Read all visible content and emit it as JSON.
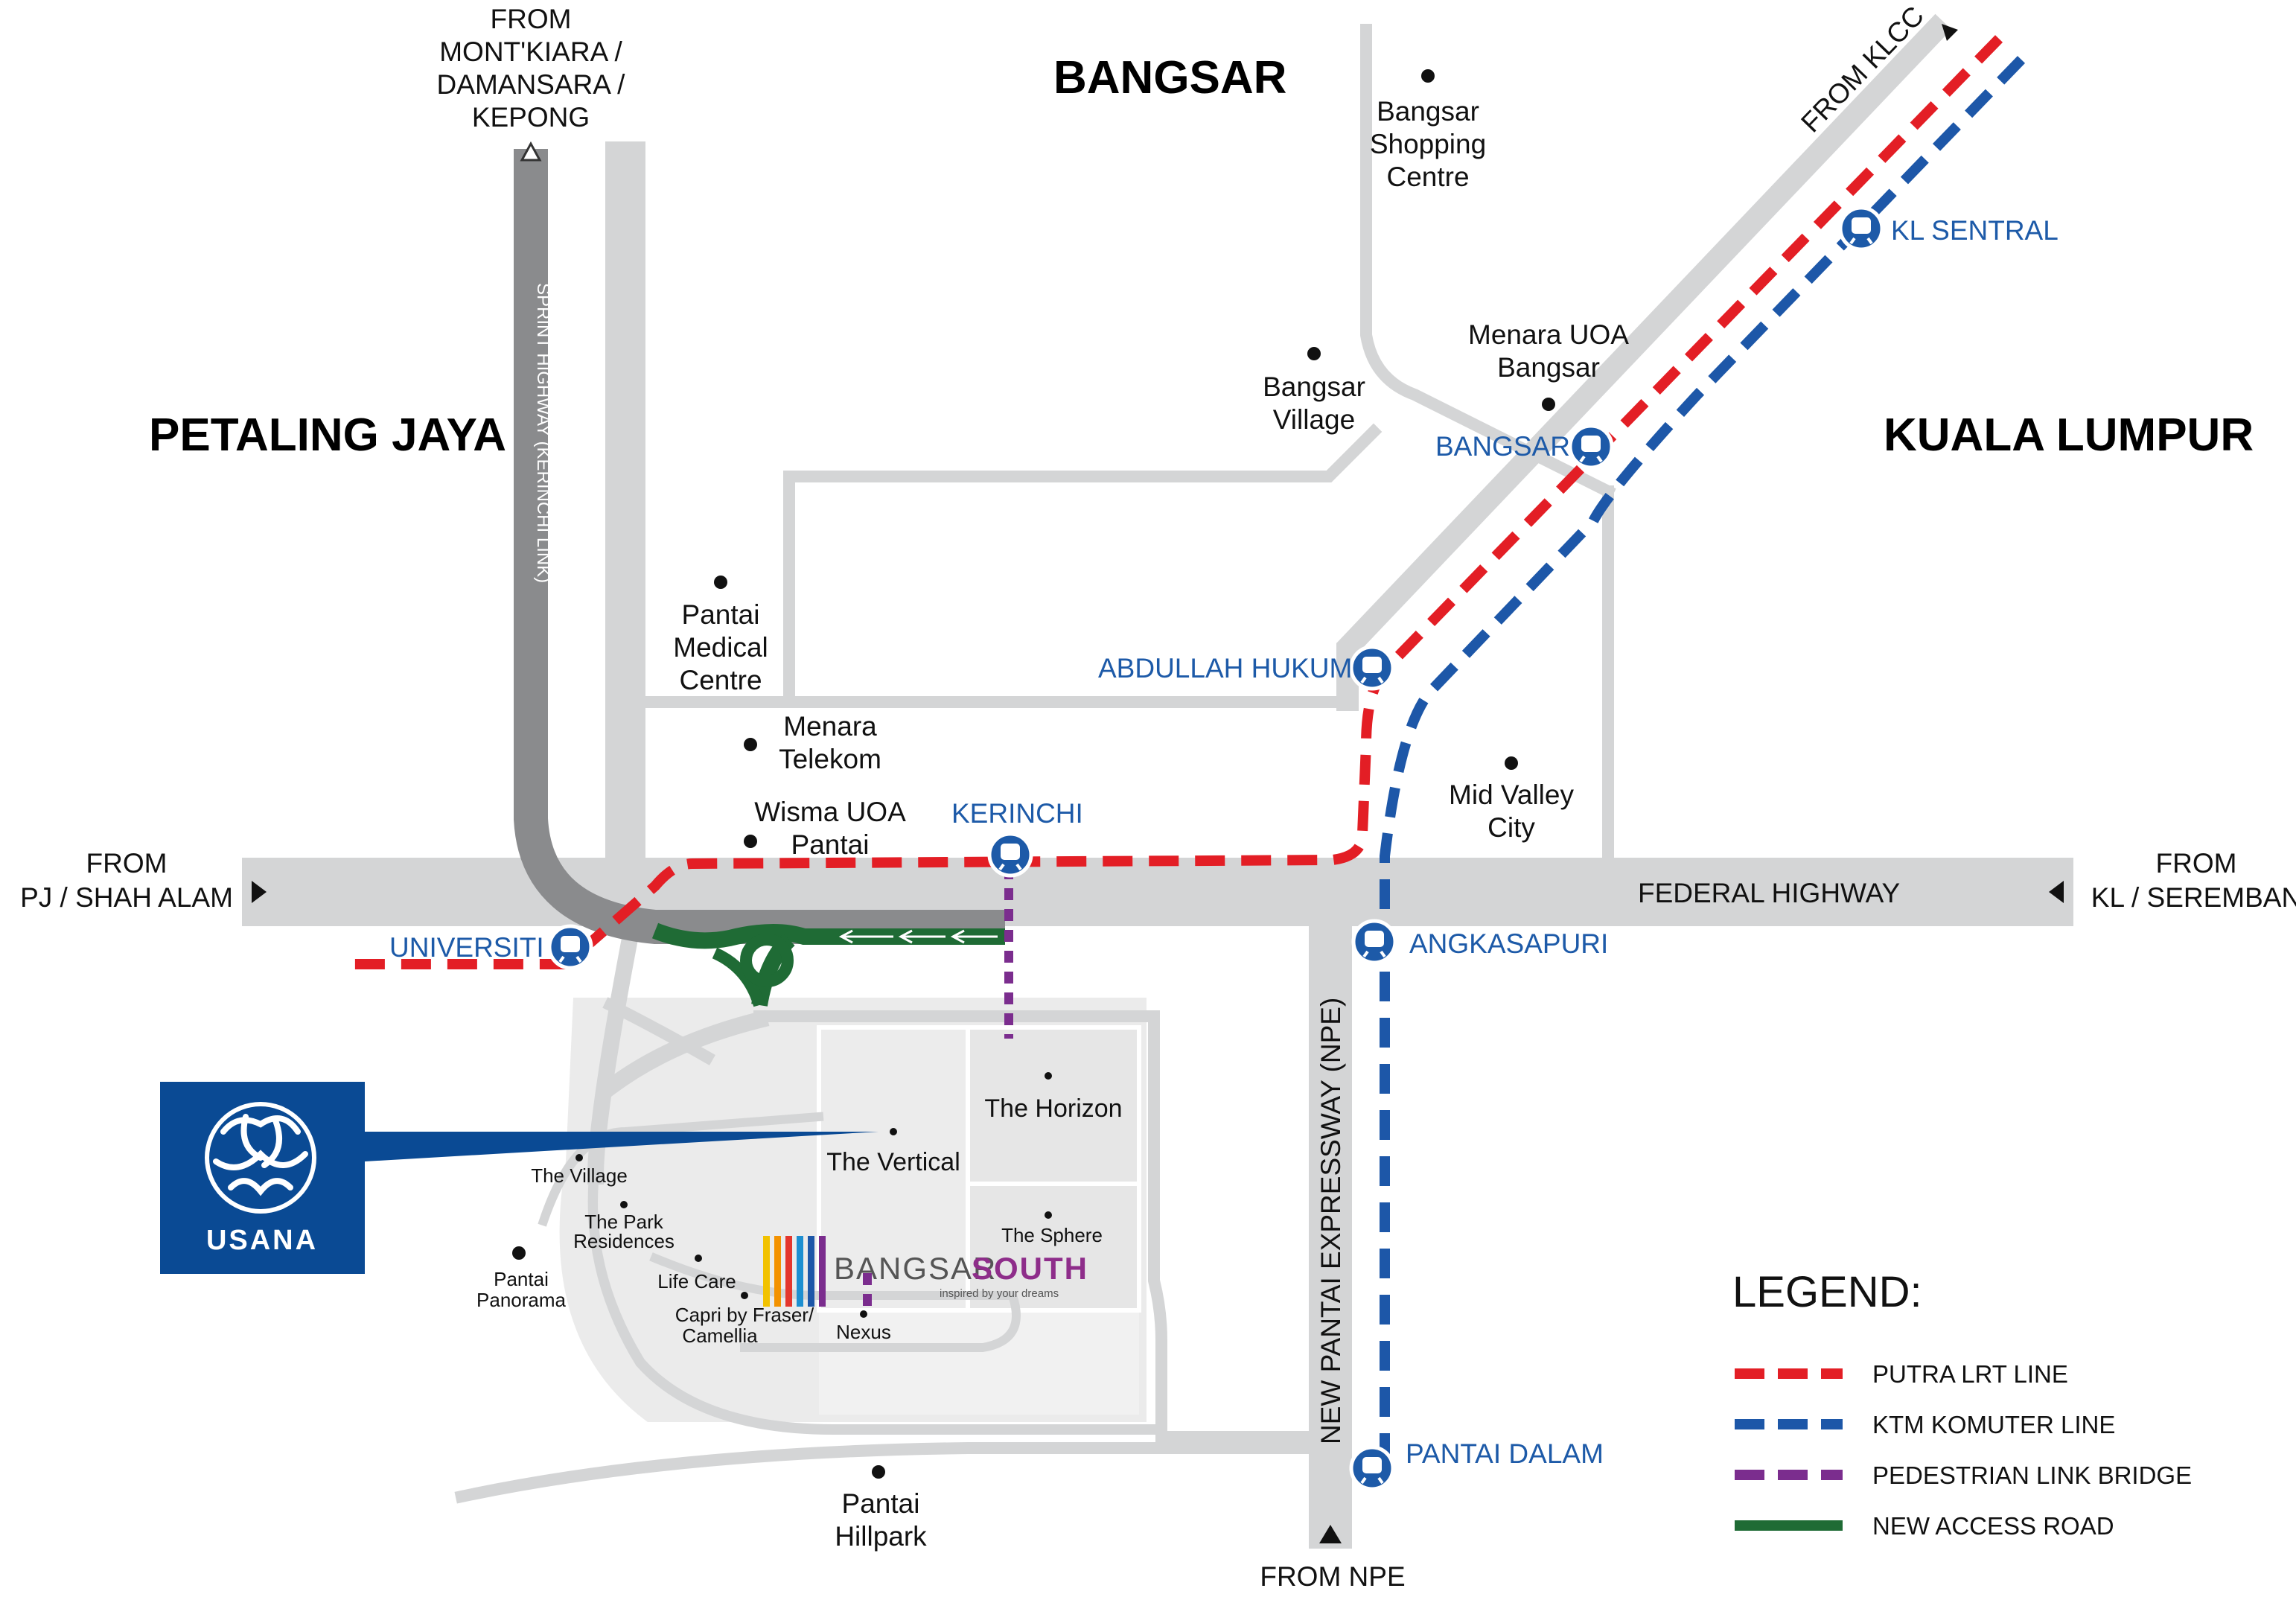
{
  "map": {
    "areas": {
      "bangsar": "BANGSAR",
      "petaling_jaya": "PETALING JAYA",
      "kuala_lumpur": "KUALA LUMPUR"
    },
    "directions": {
      "from_north": [
        "FROM",
        "MONT'KIARA /",
        "DAMANSARA /",
        "KEPONG"
      ],
      "from_west": [
        "FROM",
        "PJ / SHAH ALAM"
      ],
      "from_east": [
        "FROM",
        "KL / SEREMBAN"
      ],
      "from_south": "FROM NPE",
      "from_klcc": "FROM KLCC"
    },
    "roads": {
      "sprint": "SPRINT HIGHWAY (KERINCHI LINK)",
      "federal": "FEDERAL HIGHWAY",
      "npe": "NEW PANTAI EXPRESSWAY (NPE)"
    },
    "stations": {
      "kl_sentral": "KL SENTRAL",
      "bangsar": "BANGSAR",
      "abdullah_hukum": "ABDULLAH HUKUM",
      "kerinchi": "KERINCHI",
      "universiti": "UNIVERSITI",
      "angkasapuri": "ANGKASAPURI",
      "pantai_dalam": "PANTAI DALAM"
    },
    "landmarks": {
      "bangsar_shopping_centre": [
        "Bangsar",
        "Shopping",
        "Centre"
      ],
      "menara_uoa_bangsar": [
        "Menara UOA",
        "Bangsar"
      ],
      "bangsar_village": [
        "Bangsar",
        "Village"
      ],
      "pantai_medical_centre": [
        "Pantai",
        "Medical",
        "Centre"
      ],
      "menara_telekom": [
        "Menara",
        "Telekom"
      ],
      "wisma_uoa_pantai": [
        "Wisma UOA",
        "Pantai"
      ],
      "mid_valley_city": [
        "Mid Valley",
        "City"
      ],
      "the_horizon": "The Horizon",
      "the_vertical": "The Vertical",
      "the_sphere": "The Sphere",
      "the_village": "The Village",
      "the_park_residences": [
        "The Park",
        "Residences"
      ],
      "life_care": "Life Care",
      "capri": [
        "Capri by Fraser/",
        "Camellia"
      ],
      "nexus": "Nexus",
      "pantai_panorama": [
        "Pantai",
        "Panorama"
      ],
      "pantai_hillpark": [
        "Pantai",
        "Hillpark"
      ]
    },
    "brand": {
      "usana_logo_text": "USANA",
      "bangsar_south_part1": "BANGSAR",
      "bangsar_south_part2": "SOUTH",
      "bangsar_south_tagline": "inspired by your dreams"
    },
    "legend": {
      "title": "LEGEND:",
      "items": [
        {
          "label": "PUTRA LRT LINE",
          "color": "#e31e25",
          "style": "dashed"
        },
        {
          "label": "KTM KOMUTER LINE",
          "color": "#1d57a8",
          "style": "dashed"
        },
        {
          "label": "PEDESTRIAN LINK BRIDGE",
          "color": "#7b2d8e",
          "style": "dashed"
        },
        {
          "label": "NEW ACCESS ROAD",
          "color": "#1f6b35",
          "style": "solid"
        }
      ]
    },
    "colors": {
      "road": "#d4d5d6",
      "sprint_highway": "#8a8b8d",
      "lrt": "#e31e25",
      "ktm": "#1d57a8",
      "pedestrian": "#7b2d8e",
      "new_road": "#1f6b35",
      "station_blue": "#1d5aa8",
      "usana_blue": "#0a4a94"
    }
  }
}
